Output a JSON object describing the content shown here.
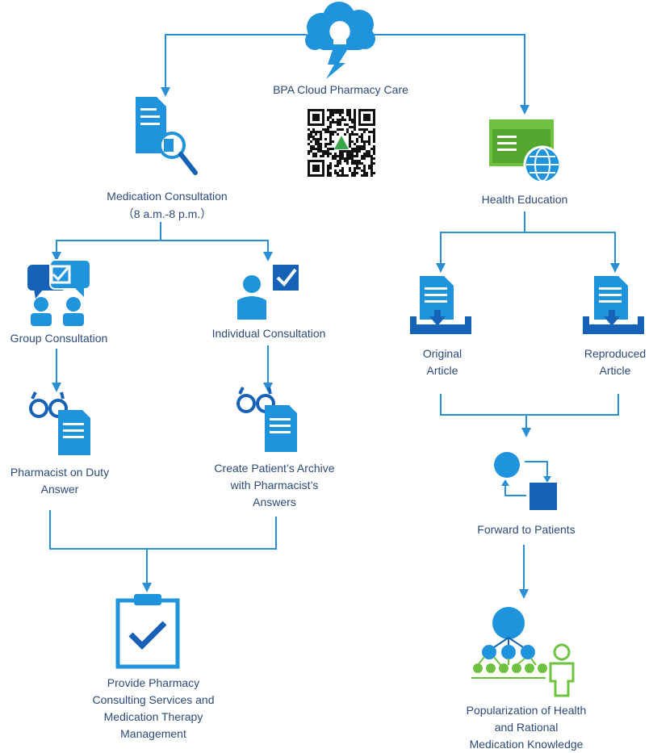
{
  "root": {
    "title": "BPA Cloud  Pharmacy Care"
  },
  "consultation": {
    "title": "Medication Consultation",
    "hours": "（8 a.m.-8 p.m.）",
    "group": "Group Consultation",
    "individual": "Individual Consultation",
    "duty_answer": "Pharmacist on Duty\nAnswer",
    "archive": "Create Patient’s Archive\nwith Pharmacist’s\nAnswers",
    "services": "Provide Pharmacy\nConsulting Services and\nMedication Therapy\nManagement"
  },
  "education": {
    "title": "Health Education",
    "original": "Original\nArticle",
    "reproduced": "Reproduced\nArticle",
    "forward": "Forward to Patients",
    "popularization": "Popularization of Health and Rational\nMedication Knowledge"
  },
  "icons": [
    "cloud-lightbulb-icon",
    "qr-code-icon",
    "document-search-icon",
    "browser-globe-icon",
    "group-chat-icon",
    "person-check-icon",
    "tray-document-icon",
    "glasses-document-icon",
    "forward-cycle-icon",
    "clipboard-check-icon",
    "network-person-icon"
  ],
  "colors": {
    "line": "#2b8fd6",
    "icon_blue": "#1f93dc",
    "icon_dark": "#1662b6",
    "green": "#6fc23f",
    "text": "#2b4a7a"
  }
}
